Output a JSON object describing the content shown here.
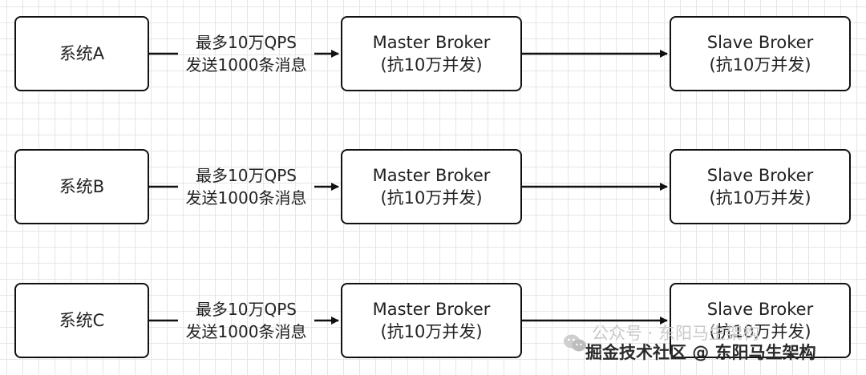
{
  "rows": [
    {
      "system": "系统A",
      "label_line1": "最多10万QPS",
      "label_line2": "发送1000条消息",
      "master_line1": "Master Broker",
      "master_line2": "(抗10万并发)",
      "slave_line1": "Slave Broker",
      "slave_line2": "(抗10万并发)"
    },
    {
      "system": "系统B",
      "label_line1": "最多10万QPS",
      "label_line2": "发送1000条消息",
      "master_line1": "Master Broker",
      "master_line2": "(抗10万并发)",
      "slave_line1": "Slave Broker",
      "slave_line2": "(抗10万并发)"
    },
    {
      "system": "系统C",
      "label_line1": "最多10万QPS",
      "label_line2": "发送1000条消息",
      "master_line1": "Master Broker",
      "master_line2": "(抗10万并发)",
      "slave_line1": "Slave Broker",
      "slave_line2": "(抗10万并发)"
    }
  ],
  "watermark": {
    "line1": "公众号 · 东阳马生架构",
    "line2": "掘金技术社区 @ 东阳马生架构",
    "icon": "wechat-icon"
  },
  "colors": {
    "stroke": "#111111",
    "grid": "#e6e6e6",
    "watermark_light": "#c9c9c9"
  }
}
